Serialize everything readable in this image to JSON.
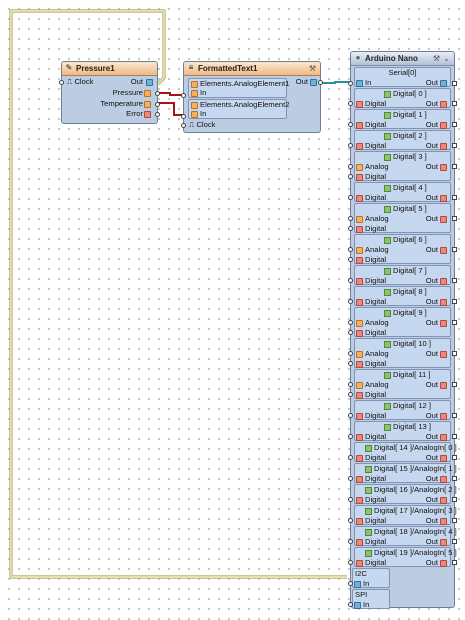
{
  "pressure": {
    "title": "Pressure1",
    "pins": {
      "clock": "Clock",
      "out": "Out",
      "pressure": "Pressure",
      "temperature": "Temperature",
      "error": "Error"
    }
  },
  "formatted": {
    "title": "FormattedText1",
    "elements": [
      {
        "name": "Elements.AnalogElement1",
        "pin": "In"
      },
      {
        "name": "Elements.AnalogElement2",
        "pin": "In"
      }
    ],
    "clock": "Clock",
    "out": "Out"
  },
  "arduino": {
    "title": "Arduino Nano",
    "serial": {
      "name": "Serial[0]",
      "in": "In",
      "out": "Out"
    },
    "channels": [
      {
        "name": "Digital[ 0 ]",
        "analog": false
      },
      {
        "name": "Digital[ 1 ]",
        "analog": false
      },
      {
        "name": "Digital[ 2 ]",
        "analog": false
      },
      {
        "name": "Digital[ 3 ]",
        "analog": true
      },
      {
        "name": "Digital[ 4 ]",
        "analog": false
      },
      {
        "name": "Digital[ 5 ]",
        "analog": true
      },
      {
        "name": "Digital[ 6 ]",
        "analog": true
      },
      {
        "name": "Digital[ 7 ]",
        "analog": false
      },
      {
        "name": "Digital[ 8 ]",
        "analog": false
      },
      {
        "name": "Digital[ 9 ]",
        "analog": true
      },
      {
        "name": "Digital[ 10 ]",
        "analog": true
      },
      {
        "name": "Digital[ 11 ]",
        "analog": true
      },
      {
        "name": "Digital[ 12 ]",
        "analog": false
      },
      {
        "name": "Digital[ 13 ]",
        "analog": false
      },
      {
        "name": "Digital[ 14 ]/AnalogIn[ 0 ]",
        "analog": false
      },
      {
        "name": "Digital[ 15 ]/AnalogIn[ 1 ]",
        "analog": false
      },
      {
        "name": "Digital[ 16 ]/AnalogIn[ 2 ]",
        "analog": false
      },
      {
        "name": "Digital[ 17 ]/AnalogIn[ 3 ]",
        "analog": false
      },
      {
        "name": "Digital[ 18 ]/AnalogIn[ 4 ]",
        "analog": false
      },
      {
        "name": "Digital[ 19 ]/AnalogIn[ 5 ]",
        "analog": false
      }
    ],
    "labels": {
      "analog": "Analog",
      "digital": "Digital",
      "out": "Out",
      "in": "In"
    },
    "i2c": {
      "name": "I2C",
      "in": "In"
    },
    "spi": {
      "name": "SPI",
      "in": "In"
    }
  },
  "colors": {
    "wire_yellow": "#d6cf86",
    "wire_red": "#a61414",
    "wire_teal": "#2f8f99"
  },
  "icons": {
    "pressure": "sensor-icon",
    "formatted": "text-icon",
    "arduino": "board-icon",
    "tool": "wrench-icon"
  }
}
